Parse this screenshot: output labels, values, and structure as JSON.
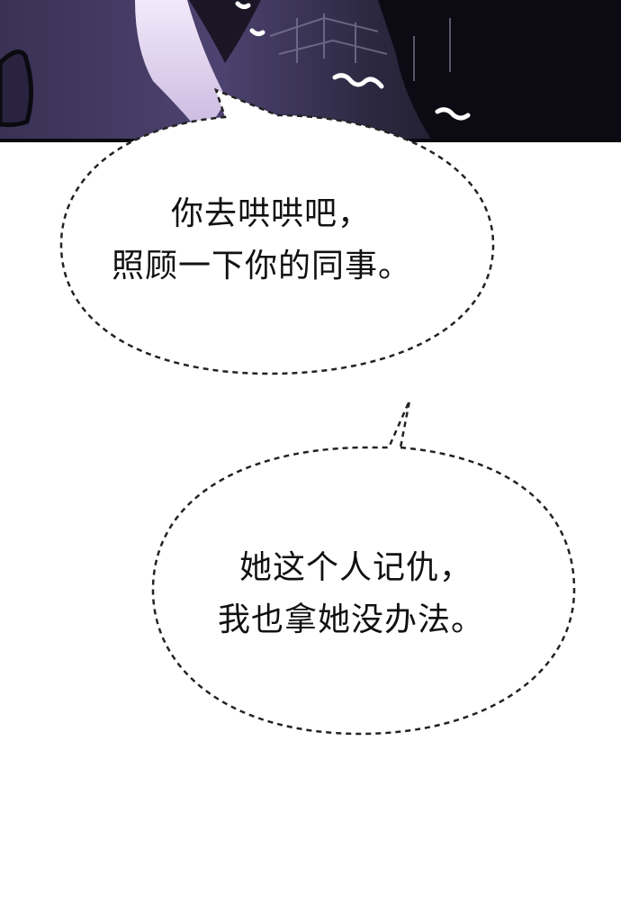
{
  "panel": {
    "bubble_1": {
      "line_1": "你去哄哄吧，",
      "line_2": "照顾一下你的同事。"
    },
    "bubble_2": {
      "line_1": "她这个人记仇，",
      "line_2": "我也拿她没办法。"
    }
  },
  "colors": {
    "background": "#ffffff",
    "text": "#111111",
    "bubble_border": "#222222",
    "scene_dark": "#0c0b14",
    "scene_purple": "#4a3f6b",
    "scene_highlight": "#e8dcf2"
  }
}
